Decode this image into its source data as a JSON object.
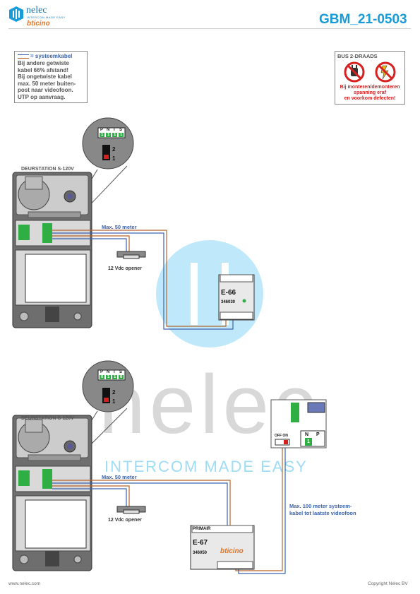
{
  "header": {
    "title": "GBM_21-0503",
    "brand_name": "nelec",
    "brand_tagline": "INTERCOM MADE EASY",
    "brand_sub": "bticino"
  },
  "cable_note": {
    "legend": "= systeemkabel",
    "lines": [
      "Bij andere getwiste",
      "kabel 66% afstand!",
      "Bij ongetwiste kabel",
      "max. 50 meter buiten-",
      "post naar videofoon.",
      "UTP op aanvraag."
    ]
  },
  "warning_box": {
    "title": "BUS 2-DRAADS",
    "lines": [
      "Bij monteren/demonteren",
      "spanning eraf",
      "en voorkom defecten!"
    ]
  },
  "diagram_top": {
    "door_station_label": "DEURSTATION S-120V",
    "terminals": [
      "P",
      "N",
      "T",
      "S"
    ],
    "terminal_values": [
      "1",
      "1",
      "1",
      "1"
    ],
    "dip_labels": [
      "2",
      "1"
    ],
    "distance_label": "Max. 50 meter",
    "opener_label": "12 Vdc opener",
    "power_unit_name": "E-66",
    "power_unit_code": "346030"
  },
  "diagram_bottom": {
    "door_station_label": "DEURSTATION S-120V",
    "terminals": [
      "P",
      "N",
      "T",
      "S"
    ],
    "terminal_values": [
      "0",
      "1",
      "1",
      "0"
    ],
    "dip_labels": [
      "2",
      "1"
    ],
    "distance_label": "Max. 50 meter",
    "opener_label": "12 Vdc opener",
    "power_unit_name": "E-67",
    "power_unit_primary": "PRIMAIR",
    "power_unit_code": "346050",
    "power_unit_brand": "bticino",
    "monitor_terminals": [
      "N",
      "P"
    ],
    "monitor_value": "1",
    "monitor_switch": "OFF ON",
    "system_cable_lines": [
      "Max. 100 meter systeem-",
      "kabel tot laatste videofoon"
    ]
  },
  "watermark": {
    "main": "nelec",
    "sub": "INTERCOM MADE EASY"
  },
  "footer": {
    "left": "www.nelec.com",
    "right": "Copyright Nelec BV"
  },
  "colors": {
    "accent": "#1a9ad6",
    "cable_blue": "#3a63b0",
    "cable_brown": "#b5652e",
    "terminal_green": "#2fae44"
  }
}
